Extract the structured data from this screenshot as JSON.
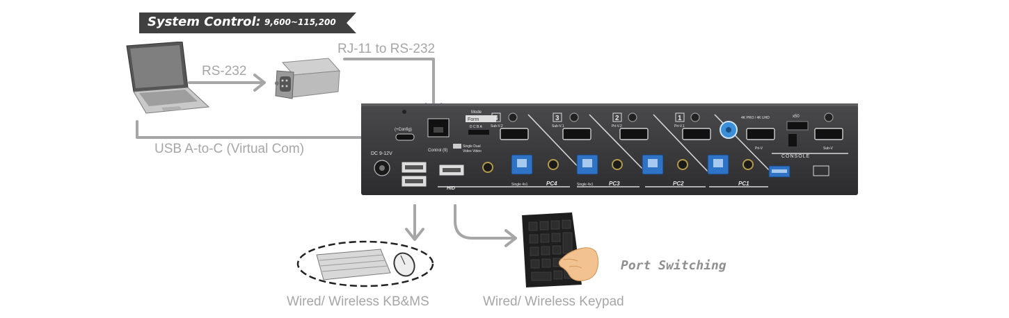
{
  "banner": {
    "title": "System Control:",
    "baud": "9,600~115,200"
  },
  "labels": {
    "rs232": "RS-232",
    "rj11": "RJ-11 to RS-232",
    "usb_virtual": "USB A-to-C (Virtual Com)",
    "kbms": "Wired/ Wireless KB&MS",
    "keypad": "Wired/ Wireless Keypad",
    "port_switching": "Port Switching"
  },
  "device": {
    "dc_label": "DC 9-12V",
    "config_label": "(+Config)",
    "control_label": "Control (9)",
    "mode_label": "Mode",
    "form_label": "Form",
    "dip_letters": "D C B A",
    "single_dual_label": "Single Dual",
    "video_label": "Video Video",
    "hid_label": "HID",
    "single_label": "Single 4x1",
    "port_labels": [
      "PC4",
      "PC3",
      "PC2",
      "PC1"
    ],
    "port_numbers": [
      "4",
      "3",
      "2",
      "1"
    ],
    "hdmi_sub_labels": [
      "Sub-V.2",
      "Sub-V.1",
      "Pri-V.2",
      "Pri-V.1"
    ],
    "console_label": "CONSOLE",
    "pri_v_label": "Pri-V",
    "sub_v_label": "Sub-V",
    "res_label": "4K PRO / 4K UHD",
    "x50_label": "x50"
  },
  "colors": {
    "banner_bg": "#404040",
    "arrow": "#a6a6a6",
    "device_body": "#3a3a3c",
    "usb_blue": "#2f73c6"
  }
}
